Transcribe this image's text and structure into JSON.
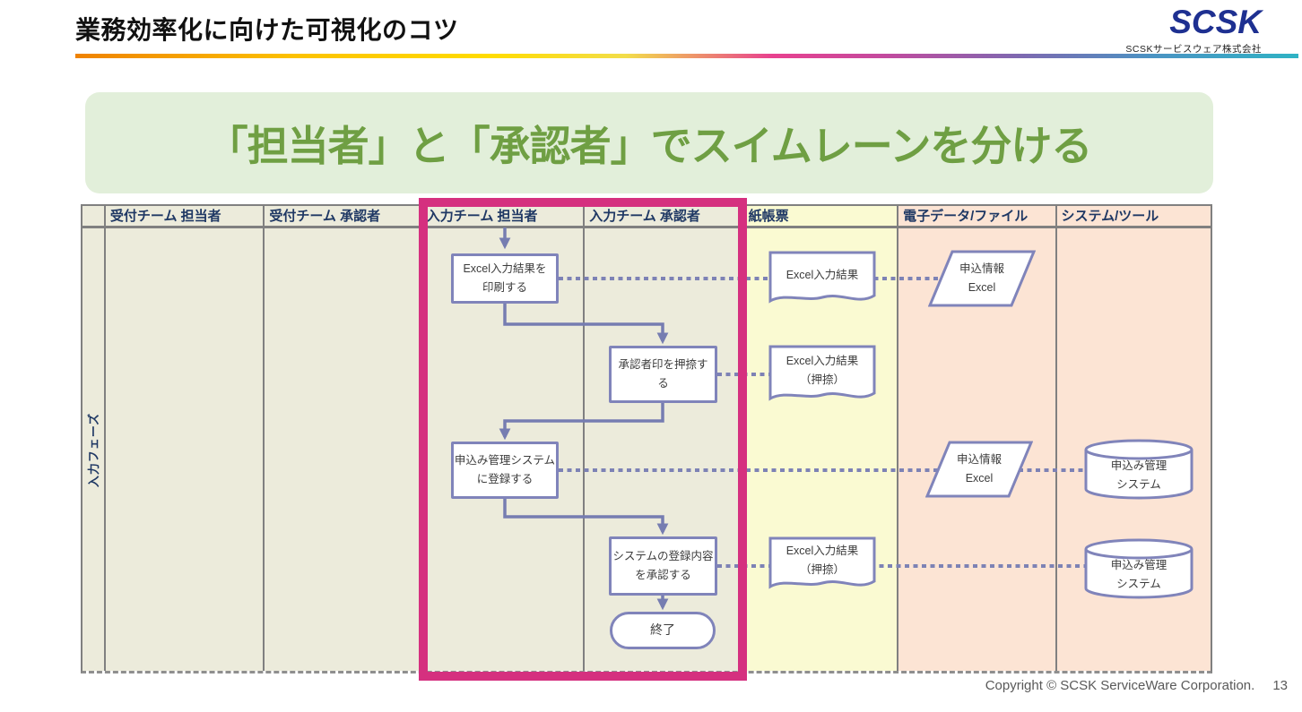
{
  "header": {
    "title": "業務効率化に向けた可視化のコツ",
    "logo": {
      "text": "SCSK",
      "subtitle": "SCSKサービスウェア株式会社"
    }
  },
  "banner": {
    "text": "「担当者」と「承認者」でスイムレーンを分ける"
  },
  "swimlane": {
    "phase_label": "入力フェーズ",
    "lanes": [
      {
        "label": "受付チーム 担当者",
        "type": "team"
      },
      {
        "label": "受付チーム 承認者",
        "type": "team"
      },
      {
        "label": "入力チーム 担当者",
        "type": "team"
      },
      {
        "label": "入力チーム 承認者",
        "type": "team"
      },
      {
        "label": "紙帳票",
        "type": "paper"
      },
      {
        "label": "電子データ/ファイル",
        "type": "digital"
      },
      {
        "label": "システム/ツール",
        "type": "digital"
      }
    ],
    "nodes": {
      "box1": {
        "line1": "Excel入力結果を",
        "line2": "印刷する"
      },
      "box2": {
        "line1": "承認者印を押捺す",
        "line2": "る"
      },
      "box3": {
        "line1": "申込み管理システム",
        "line2": "に登録する"
      },
      "box4": {
        "line1": "システムの登録内容",
        "line2": "を承認する"
      },
      "end": {
        "label": "終了"
      },
      "doc1": {
        "line1": "Excel入力結果",
        "line2": ""
      },
      "doc2": {
        "line1": "Excel入力結果",
        "line2": "（押捺）"
      },
      "doc3": {
        "line1": "Excel入力結果",
        "line2": "（押捺）"
      },
      "para1": {
        "line1": "申込情報",
        "line2": "Excel"
      },
      "para2": {
        "line1": "申込情報",
        "line2": "Excel"
      },
      "cyl1": {
        "line1": "申込み管理",
        "line2": "システム"
      },
      "cyl2": {
        "line1": "申込み管理",
        "line2": "システム"
      }
    }
  },
  "footer": {
    "copyright": "Copyright © SCSK ServiceWare Corporation.",
    "page": "13"
  },
  "colors": {
    "highlight_pink": "#d5307f",
    "lane_team_bg": "#ecebdb",
    "lane_paper_bg": "#fafad2",
    "lane_digital_bg": "#fce4d4",
    "lane_header_text": "#1f3864",
    "shape_border": "#8084ba",
    "banner_bg": "#e2efda",
    "banner_text": "#6f9f43",
    "logo_navy": "#1e3091"
  }
}
